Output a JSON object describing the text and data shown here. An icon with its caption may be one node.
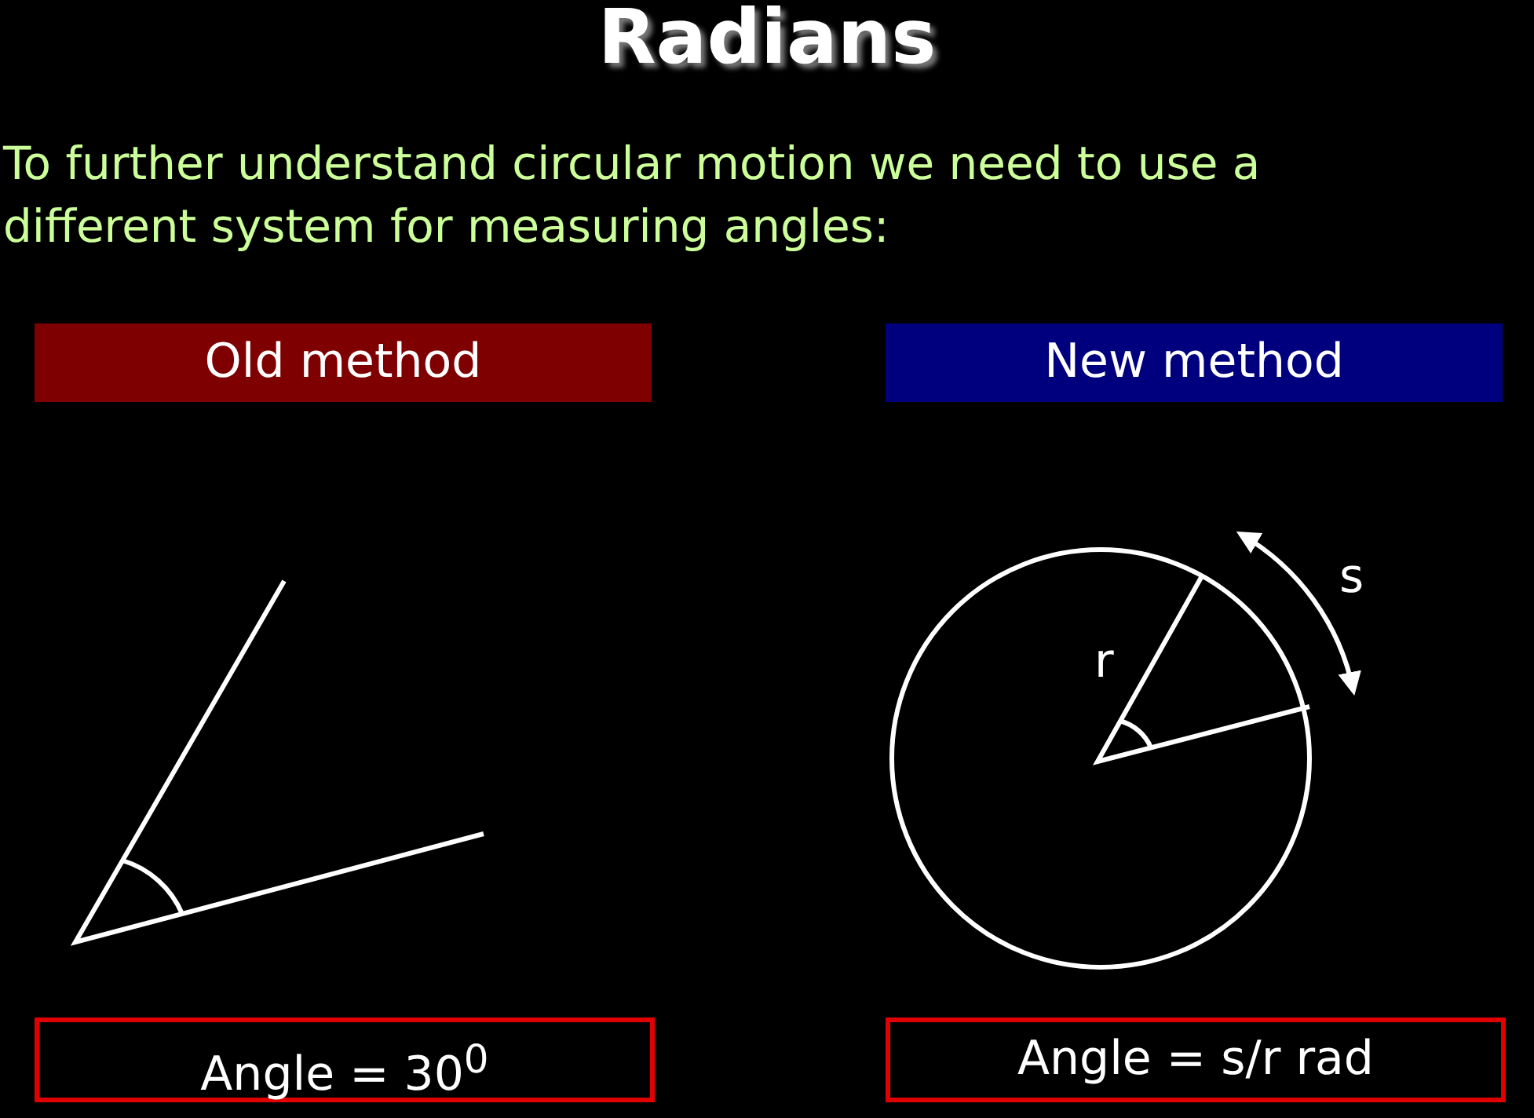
{
  "diagram": {
    "title": "Radians",
    "nodes": [
      {
        "text": [
          "Old method"
        ]
      },
      {
        "text": [
          "New method"
        ]
      },
      {
        "text": [
          "Angle = 30$^{0}$"
        ]
      },
      {
        "text": [
          "Angle = s/r rad"
        ]
      }
    ],
    "labels": [
      "To further understand circular motion we need to use a different system for measuring angles:",
      "r",
      "s"
    ]
  }
}
